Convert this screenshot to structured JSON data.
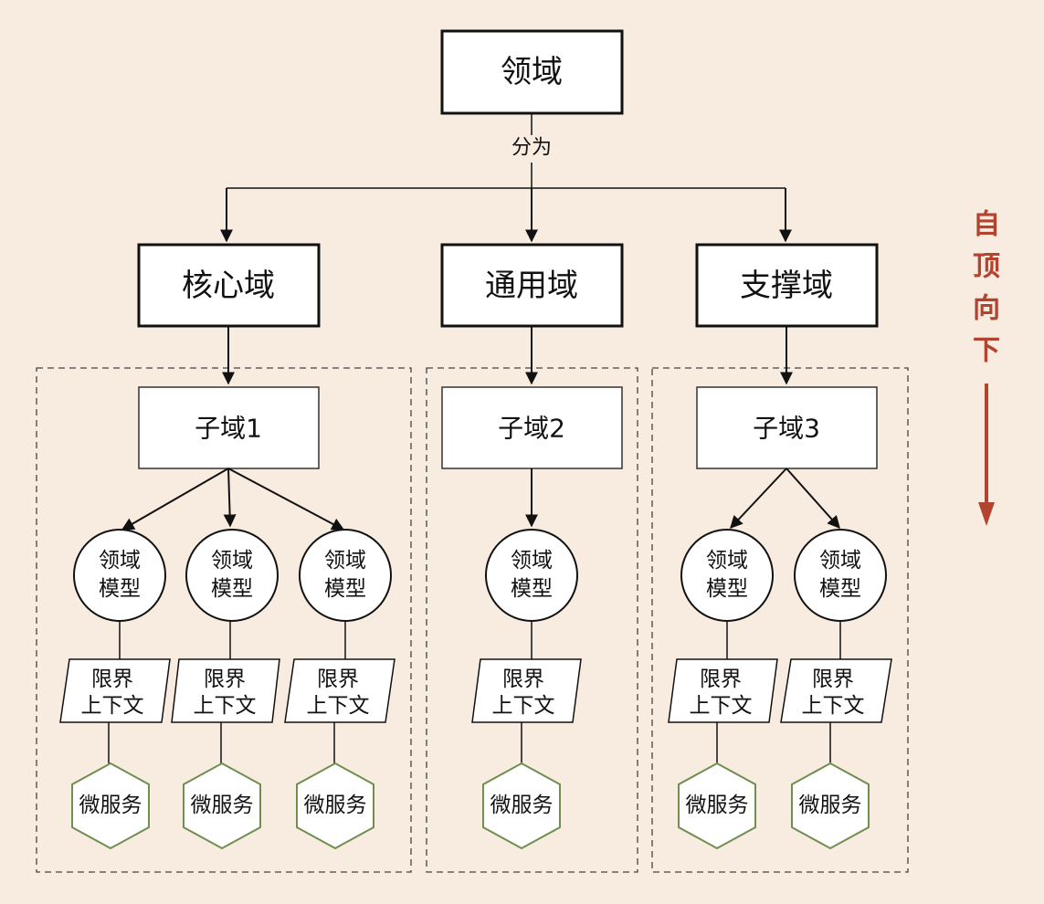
{
  "root": {
    "label": "领域"
  },
  "edge_label": "分为",
  "domains": [
    {
      "label": "核心域",
      "subdomain": "子域1"
    },
    {
      "label": "通用域",
      "subdomain": "子域2"
    },
    {
      "label": "支撑域",
      "subdomain": "子域3"
    }
  ],
  "model_label": [
    "领域",
    "模型"
  ],
  "context_label": [
    "限界",
    "上下文"
  ],
  "service_label": "微服务",
  "direction": {
    "chars": [
      "自",
      "顶",
      "向",
      "下"
    ],
    "color": "#b3432f"
  },
  "colors": {
    "background": "#f8ebdf",
    "hexagon_stroke": "#6f8f4f"
  }
}
